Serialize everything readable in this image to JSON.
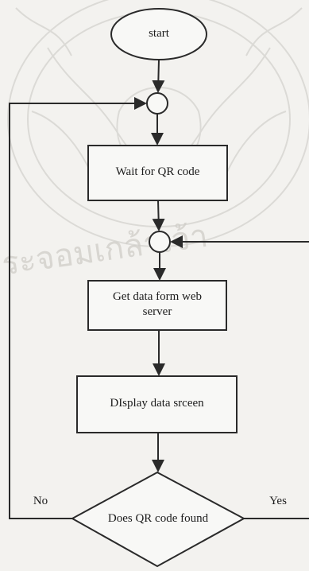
{
  "nodes": {
    "start": "start",
    "wait": "Wait for QR code",
    "get_data": "Get data form web server",
    "display": "DIsplay data srceen",
    "decision": "Does QR code found"
  },
  "edges": {
    "no": "No",
    "yes": "Yes"
  },
  "watermark": "ระจอมเกล้าเจ้า",
  "colors": {
    "stroke": "#2a2a2a",
    "box_fill": "#f8f8f6",
    "watermark": "#c9c7c2"
  }
}
